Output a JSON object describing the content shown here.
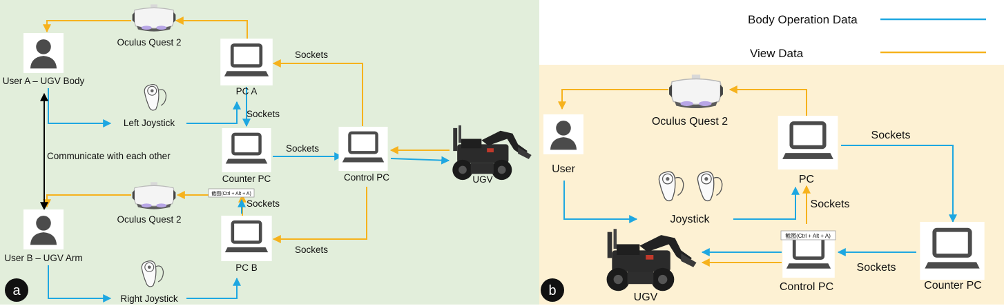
{
  "colors": {
    "panel_a_bg": "#e2eedb",
    "panel_b_bg": "#fdf1d3",
    "body_operation": "#1ea7e1",
    "view": "#f6b21d",
    "communicate": "#000000",
    "badge": "#111111"
  },
  "legend": {
    "body_operation_label": "Body Operation Data",
    "view_label": "View Data"
  },
  "panel_a": {
    "badge": "a",
    "oculus_top": "Oculus Quest 2",
    "user_a": "User A – UGV Body",
    "left_joystick": "Left Joystick",
    "pc_a": "PC A",
    "sockets_pca_control": "Sockets",
    "sockets_pca_counter": "Sockets",
    "sockets_counter_control": "Sockets",
    "counter_pc": "Counter PC",
    "control_pc": "Control PC",
    "ugv": "UGV",
    "communicate": "Communicate with each other",
    "screenshot_tooltip": "截图(Ctrl + Alt + A)",
    "oculus_bottom": "Oculus Quest 2",
    "sockets_counter_pcb": "Sockets",
    "user_b": "User B – UGV Arm",
    "pc_b": "PC B",
    "sockets_pcb_control": "Sockets",
    "right_joystick": "Right Joystick"
  },
  "panel_b": {
    "badge": "b",
    "oculus": "Oculus Quest 2",
    "user": "User",
    "sockets_pc_counter": "Sockets",
    "pc": "PC",
    "joystick": "Joystick",
    "sockets_control_pc": "Sockets",
    "screenshot_tooltip": "截图(Ctrl + Alt + A)",
    "sockets_counter_control": "Sockets",
    "control_pc": "Control PC",
    "counter_pc": "Counter PC",
    "ugv": "UGV"
  },
  "icons": {
    "headset": "vr-headset-icon",
    "user": "user-silhouette-icon",
    "laptop": "laptop-icon",
    "joystick": "joystick-controller-icon",
    "robot": "ugv-robot-icon"
  }
}
